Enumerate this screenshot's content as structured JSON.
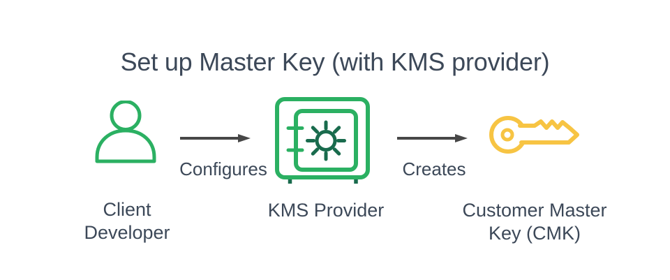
{
  "title": "Set up Master Key (with KMS provider)",
  "colors": {
    "text": "#3c4858",
    "green": "#2bb062",
    "dark_green": "#196b4d",
    "yellow": "#f7c443",
    "arrow": "#474747",
    "background": "#ffffff"
  },
  "nodes": [
    {
      "id": "client-developer",
      "icon": "person-icon",
      "label_line1": "Client",
      "label_line2": "Developer"
    },
    {
      "id": "kms-provider",
      "icon": "safe-icon",
      "label_line1": "KMS Provider",
      "label_line2": ""
    },
    {
      "id": "customer-master-key",
      "icon": "key-icon",
      "label_line1": "Customer Master",
      "label_line2": "Key (CMK)"
    }
  ],
  "edges": [
    {
      "from": "client-developer",
      "to": "kms-provider",
      "label": "Configures"
    },
    {
      "from": "kms-provider",
      "to": "customer-master-key",
      "label": "Creates"
    }
  ]
}
